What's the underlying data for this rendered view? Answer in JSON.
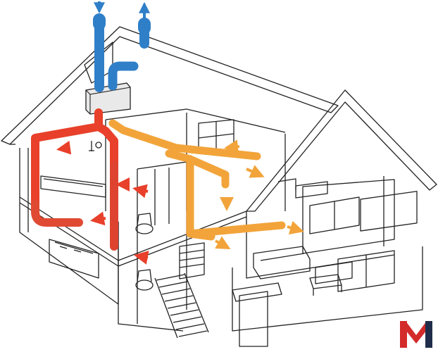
{
  "diagram": {
    "subject": "house-ventilation-heat-recovery",
    "colors": {
      "outline": "#222222",
      "outdoor_air": "#2f7fc8",
      "supply_air": "#e8402a",
      "extract_air": "#f2a43a",
      "unit_fill": "#e9e9e9"
    },
    "flows": [
      {
        "id": "fresh-air-intake",
        "color_key": "outdoor_air",
        "direction": "down"
      },
      {
        "id": "exhaust-air-outlet",
        "color_key": "outdoor_air",
        "direction": "up"
      },
      {
        "id": "supply-air",
        "color_key": "supply_air",
        "direction": "into-rooms"
      },
      {
        "id": "extract-air",
        "color_key": "extract_air",
        "direction": "out-of-rooms"
      }
    ]
  },
  "logo": {
    "letter": "M",
    "colors": {
      "red": "#d32a2a",
      "dark": "#1f2d4a"
    }
  }
}
